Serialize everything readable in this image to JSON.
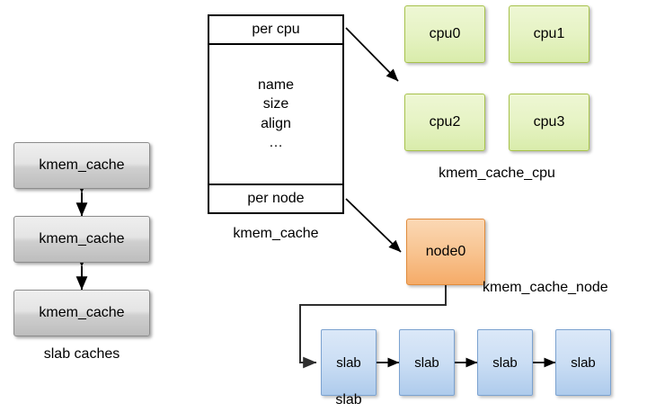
{
  "diagram": {
    "title": "SLUB allocator kmem_cache structure diagram",
    "colors": {
      "grey_box": "#d6d6d6",
      "green_box": "#e2f0bd",
      "orange_box": "#f8c491",
      "blue_box": "#c6dbf2",
      "line": "#000000",
      "elbow_line": "#3f3f3f"
    }
  },
  "slab_caches_column": {
    "caption": "slab caches",
    "boxes": [
      {
        "label": "kmem_cache"
      },
      {
        "label": "kmem_cache"
      },
      {
        "label": "kmem_cache"
      }
    ],
    "links": [
      {
        "type": "double-arrow"
      },
      {
        "type": "double-arrow"
      }
    ]
  },
  "kmem_cache_struct": {
    "caption": "kmem_cache",
    "header": "per cpu",
    "fields": [
      "name",
      "size",
      "align",
      "…"
    ],
    "footer": "per node"
  },
  "kmem_cache_cpu_group": {
    "caption": "kmem_cache_cpu",
    "boxes": [
      {
        "label": "cpu0"
      },
      {
        "label": "cpu1"
      },
      {
        "label": "cpu2"
      },
      {
        "label": "cpu3"
      }
    ]
  },
  "kmem_cache_node_group": {
    "caption": "kmem_cache_node",
    "boxes": [
      {
        "label": "node0"
      }
    ]
  },
  "slab_list": {
    "caption": "slab",
    "boxes": [
      {
        "label": "slab"
      },
      {
        "label": "slab"
      },
      {
        "label": "slab"
      },
      {
        "label": "slab"
      }
    ]
  }
}
